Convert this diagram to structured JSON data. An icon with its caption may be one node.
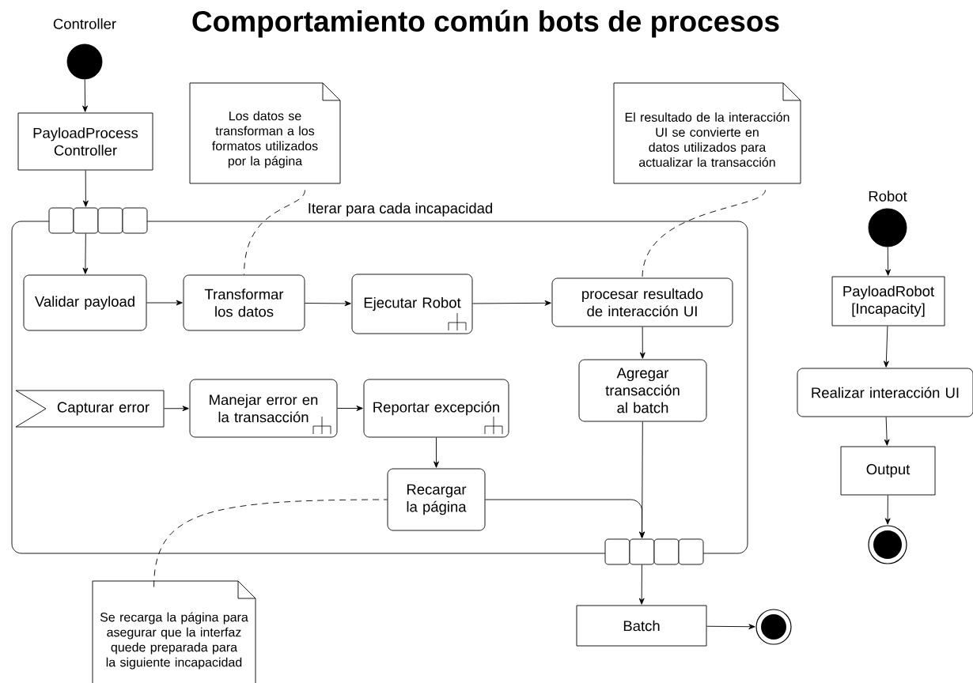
{
  "diagram": {
    "title": "Comportamiento común bots de procesos",
    "nodes": [
      {
        "text": [
          "Controller"
        ]
      },
      {
        "text": [
          "PayloadProcess Controller"
        ]
      },
      {
        "text": [
          "Iterar para cada incapacidad"
        ]
      },
      {
        "text": [],
        "shape": "box"
      },
      {
        "text": [],
        "shape": "box"
      },
      {
        "text": [],
        "shape": "box"
      },
      {
        "text": [],
        "shape": "box"
      },
      {
        "text": [
          "Validar payload"
        ],
        "in": 2
      },
      {
        "text": [
          "Transformar los datos"
        ],
        "in": 2
      },
      {
        "text": [
          "Ejecutar Robot"
        ],
        "in": 2
      },
      {
        "text": [
          "procesar resultado de interacción UI"
        ],
        "in": 2
      },
      {
        "text": [
          "Agregar transacción al batch"
        ],
        "in": 2
      },
      {
        "text": [
          "Capturar error"
        ],
        "in": 2
      },
      {
        "text": [
          "Manejar error en la transacción"
        ],
        "in": 2
      },
      {
        "text": [
          "Reportar excepción"
        ],
        "in": 2
      },
      {
        "text": [
          "Recargar la página"
        ],
        "in": 2
      },
      {
        "text": [],
        "shape": "box"
      },
      {
        "text": [],
        "shape": "box"
      },
      {
        "text": [],
        "shape": "box"
      },
      {
        "text": [],
        "shape": "box"
      },
      {
        "text": [
          "Batch"
        ]
      },
      {
        "text": [],
        "shape": "circle"
      },
      {
        "text": [
          "Los datos se transforman a los formatos utilizados por la página"
        ]
      },
      {
        "text": [
          "El resultado de la interacción UI se convierte en datos utilizados para actualizar la transacción"
        ]
      },
      {
        "text": [
          "Se recarga la página para asegurar que la interfaz quede preparada para la siguiente incapacidad"
        ]
      },
      {
        "text": [
          "Robot"
        ]
      },
      {
        "text": [
          "PayloadRobot [Incapacity]"
        ]
      },
      {
        "text": [
          "Realizar interacción UI"
        ]
      },
      {
        "text": [
          "Output"
        ]
      },
      {
        "text": [],
        "shape": "circle"
      }
    ],
    "edges": [
      {
        "from": 0,
        "to": 1,
        "arrow": "to"
      },
      {
        "from": 1,
        "to": 4,
        "arrow": "to"
      },
      {
        "from": 4,
        "to": 7,
        "arrow": "to"
      },
      {
        "from": 7,
        "to": 8,
        "arrow": "to"
      },
      {
        "from": 8,
        "to": 9,
        "arrow": "to"
      },
      {
        "from": 9,
        "to": 10,
        "arrow": "to"
      },
      {
        "from": 10,
        "to": 11,
        "arrow": "to"
      },
      {
        "from": 12,
        "to": 13,
        "arrow": "to"
      },
      {
        "from": 13,
        "to": 14,
        "arrow": "to"
      },
      {
        "from": 14,
        "to": 15,
        "arrow": "to"
      },
      {
        "from": 11,
        "to": 17,
        "arrow": "to"
      },
      {
        "from": 15,
        "to": 17,
        "arrow": "to"
      },
      {
        "from": 17,
        "to": 20,
        "arrow": "to"
      },
      {
        "from": 20,
        "to": 21,
        "arrow": "to"
      },
      {
        "from": 22,
        "to": 8,
        "arrow": "none",
        "style": "dashed"
      },
      {
        "from": 23,
        "to": 10,
        "arrow": "none",
        "style": "dashed"
      },
      {
        "from": 24,
        "to": 15,
        "arrow": "none",
        "style": "dashed"
      },
      {
        "from": 25,
        "to": 26,
        "arrow": "to"
      },
      {
        "from": 26,
        "to": 27,
        "arrow": "to"
      },
      {
        "from": 27,
        "to": 28,
        "arrow": "to"
      },
      {
        "from": 28,
        "to": 29,
        "arrow": "to"
      }
    ]
  }
}
